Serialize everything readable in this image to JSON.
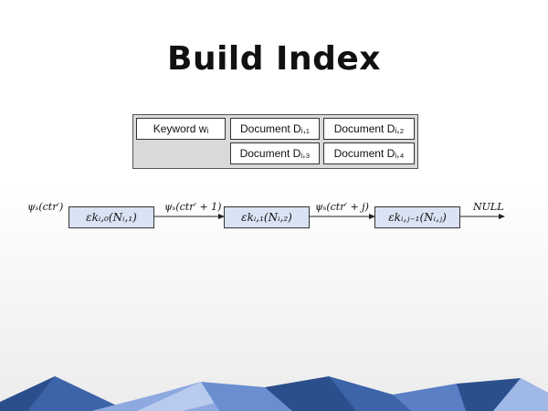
{
  "title": "Build Index",
  "table": {
    "keyword": "Keyword wᵢ",
    "documents": [
      "Document Dᵢ,₁",
      "Document Dᵢ,₂",
      "Document Dᵢ,₃",
      "Document Dᵢ,₄"
    ]
  },
  "chain": {
    "labels": [
      "ψₛ(ctr′)",
      "ψₛ(ctr′ + 1)",
      "ψₛ(ctr′ + j)",
      "NULL"
    ],
    "nodes": [
      "εkᵢ,₀(Nᵢ,₁)",
      "εkᵢ,₁(Nᵢ,₂)",
      "εkᵢ,ⱼ₋₁(Nᵢ,ⱼ)"
    ]
  },
  "colors": {
    "node_fill": "#dae3f3",
    "mountain_dark": "#2b4f8c",
    "mountain_mid": "#5b7fc4",
    "mountain_light": "#9fb8e6"
  }
}
